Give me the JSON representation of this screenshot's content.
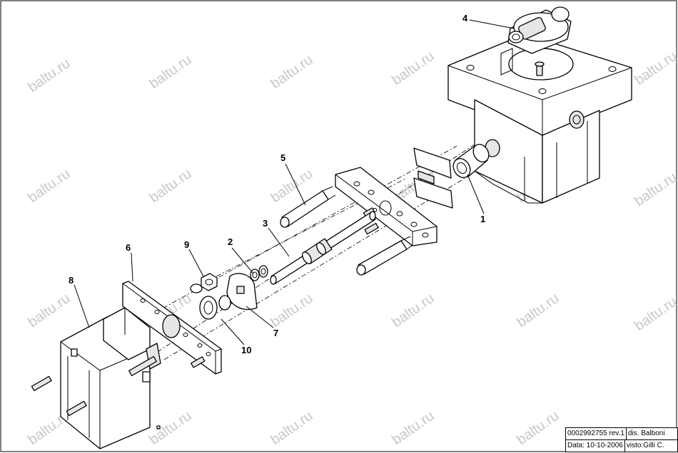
{
  "watermark": "baltu.ru",
  "callouts": [
    {
      "id": "1",
      "label": "1"
    },
    {
      "id": "2",
      "label": "2"
    },
    {
      "id": "3",
      "label": "3"
    },
    {
      "id": "4",
      "label": "4"
    },
    {
      "id": "5",
      "label": "5"
    },
    {
      "id": "6",
      "label": "6"
    },
    {
      "id": "7",
      "label": "7"
    },
    {
      "id": "8",
      "label": "8"
    },
    {
      "id": "9",
      "label": "9"
    },
    {
      "id": "10",
      "label": "10"
    }
  ],
  "title_block": {
    "drawing_number": "0002992755 rev.1",
    "drawn_by": "dis. Balboni",
    "date": "Data: 10-10-2006",
    "checked_by": "visto:Gilli C."
  }
}
